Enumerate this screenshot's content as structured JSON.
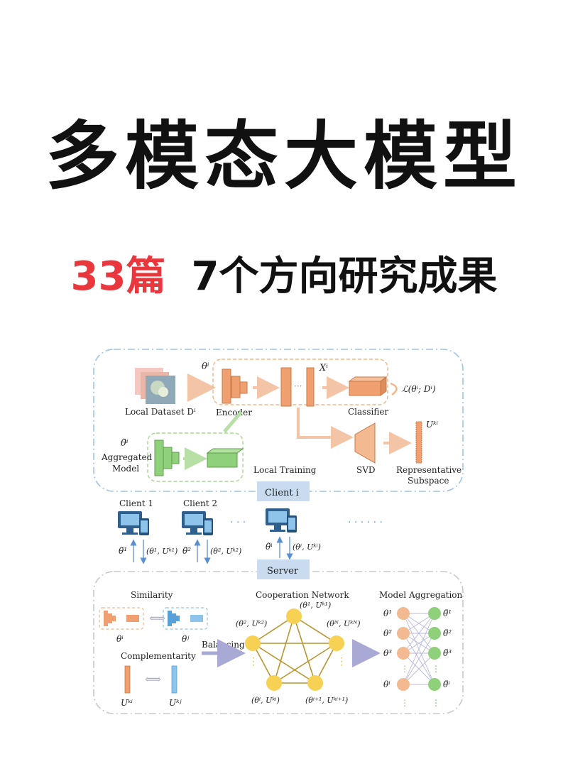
{
  "header": {
    "title": "多模态大模型",
    "count": "33篇",
    "subtitle": "7个方向研究成果"
  },
  "diagram": {
    "top": {
      "theta_i": "θⁱ",
      "x_i": "Xⁱ",
      "local_dataset": "Local Dataset Dⁱ",
      "encoder": "Encoder",
      "classifier": "Classifier",
      "loss": "ℒ(θⁱ; Dⁱ)",
      "aggregated_theta": "θ̃ⁱ",
      "aggregated_line1": "Aggregated",
      "aggregated_line2": "Model",
      "local_training": "Local Training",
      "svd": "SVD",
      "subspace_symbol": "Uᵏⁱ",
      "representative_line1": "Representative",
      "representative_line2": "Subspace",
      "client_i": "Client i"
    },
    "middle": {
      "client1": "Client 1",
      "client2": "Client 2",
      "theta_tilde_1": "θ̃¹",
      "up_1": "(θ¹, Uᵏ¹)",
      "theta_tilde_2": "θ̃²",
      "up_2": "(θ², Uᵏ²)",
      "theta_tilde_i": "θ̃ⁱ",
      "up_i": "(θⁱ, Uᵏⁱ)",
      "server": "Server"
    },
    "bottom": {
      "similarity": "Similarity",
      "theta_i": "θⁱ",
      "theta_j": "θʲ",
      "complementarity": "Complementarity",
      "u_i": "Uᵏⁱ",
      "u_j": "Uᵏʲ",
      "balancing": "Balancing",
      "cooperation_network": "Cooperation Network",
      "node_1": "(θ¹, Uᵏ¹)",
      "node_2": "(θ², Uᵏ²)",
      "node_n": "(θᴺ, Uᵏᴺ)",
      "node_i": "(θⁱ, Uᵏⁱ)",
      "node_i1": "(θⁱ⁺¹, Uᵏⁱ⁺¹)",
      "model_aggregation": "Model Aggregation",
      "agg_in": [
        "θ¹",
        "θ²",
        "θ³",
        "θⁱ"
      ],
      "agg_out": [
        "θ̃¹",
        "θ̃²",
        "θ̃³",
        "θ̃ⁱ"
      ]
    }
  },
  "colors": {
    "title": "#111111",
    "accent_red": "#e8383d",
    "orange": "#f0a070",
    "green": "#8fd07a",
    "blue": "#5aa0d8",
    "node_yellow": "#f7d154",
    "edge_gold": "#b8962e",
    "dash_blue": "#9fc3e6",
    "server_box": "#c9dbee"
  }
}
